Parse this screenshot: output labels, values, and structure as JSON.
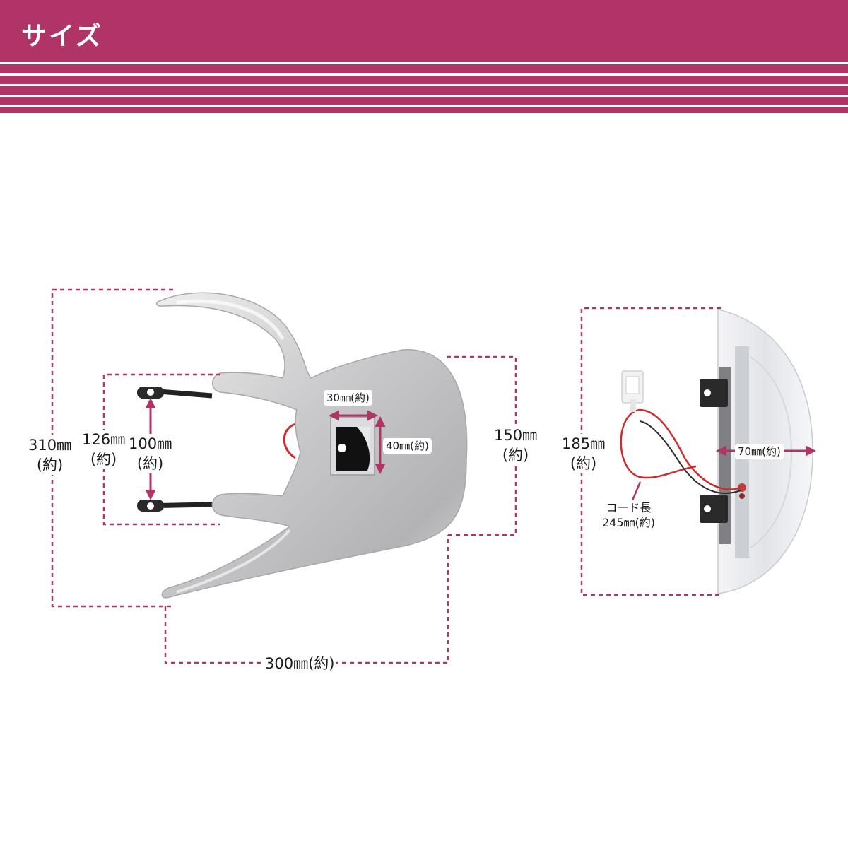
{
  "header": {
    "title": "サイズ",
    "color": "#b03566"
  },
  "dimension_color": "#b03566",
  "main_view": {
    "height": {
      "value": "310㎜",
      "note": "(約)"
    },
    "bracket_outer": {
      "value": "126㎜",
      "note": "(約)"
    },
    "bracket_inner": {
      "value": "100㎜",
      "note": "(約)"
    },
    "depth": {
      "value": "150㎜",
      "note": "(約)"
    },
    "width": "300㎜(約)",
    "window_width": "30㎜(約)",
    "window_height": "40㎜(約)"
  },
  "side_view": {
    "height": {
      "value": "185㎜",
      "note": "(約)"
    },
    "lens_width": "70㎜(約)",
    "cord": {
      "label": "コード長",
      "value": "245㎜(約)"
    }
  }
}
